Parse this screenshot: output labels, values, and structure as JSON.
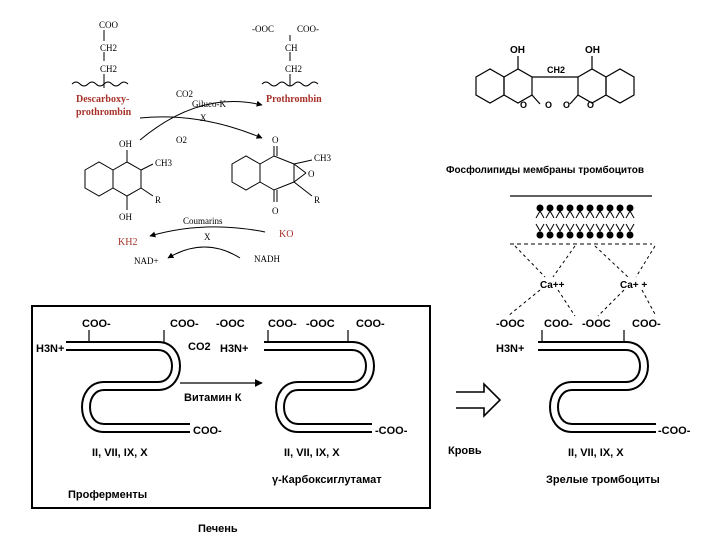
{
  "vitk_cycle": {
    "substrate": {
      "coo": "COO",
      "ch2_top": "CH2",
      "ch2_bottom": "CH2",
      "name_line1": "Descarboxy-",
      "name_line2": "prothrombin"
    },
    "product": {
      "coo_left": "-OOC",
      "coo_right": "COO-",
      "ch": "CH",
      "ch2": "CH2",
      "name": "Prothrombin"
    },
    "co2": "CO2",
    "o2": "O2",
    "enzyme_top": "Giluco-K",
    "x_mark": "X",
    "kh2": {
      "oh_top": "OH",
      "ch3": "CH3",
      "r": "R",
      "oh_bottom": "OH",
      "label": "KH2"
    },
    "ko": {
      "o_top": "O",
      "ch3": "CH3",
      "o_epoxide": "O",
      "r": "R",
      "o_bottom": "O",
      "label": "KO"
    },
    "enzyme_bottom": "Coumarins",
    "nad": "NAD+",
    "nadh": "NADH"
  },
  "dicoumarol": {
    "oh_left": "OH",
    "oh_right": "OH",
    "ch2": "CH2",
    "o1": "O",
    "o2": "O",
    "o3": "O",
    "o4": "O"
  },
  "platelet": {
    "title": "Фосфолипиды мембраны тромбоцитов",
    "ca_left": "Ca++",
    "ca_right": "Ca+ +"
  },
  "liver": {
    "h3n_1": "H3N+",
    "coo_1": "COO-",
    "coo_2": "COO-",
    "coo_3": "COO-",
    "co2": "CO2",
    "vitamin_k": "Витамин К",
    "factors_1": "II, VII, IX, X",
    "proenzymes": "Проферменты",
    "ooc_1": "-OOC",
    "coo_4": "COO-",
    "ooc_2": "-OOC",
    "coo_5": "COO-",
    "h3n_2": "H3N+",
    "coo_6": "-COO-",
    "factors_2": "II, VII, IX, X",
    "gla": "γ-Карбоксиглутамат",
    "caption": "Печень"
  },
  "blood": {
    "label": "Кровь"
  },
  "mature": {
    "ooc_1": "-OOC",
    "coo_1": "COO-",
    "ooc_2": "-OOC",
    "coo_2": "COO-",
    "h3n": "H3N+",
    "coo_3": "-COO-",
    "factors": "II, VII, IX, X",
    "caption": "Зрелые тромбоциты"
  }
}
